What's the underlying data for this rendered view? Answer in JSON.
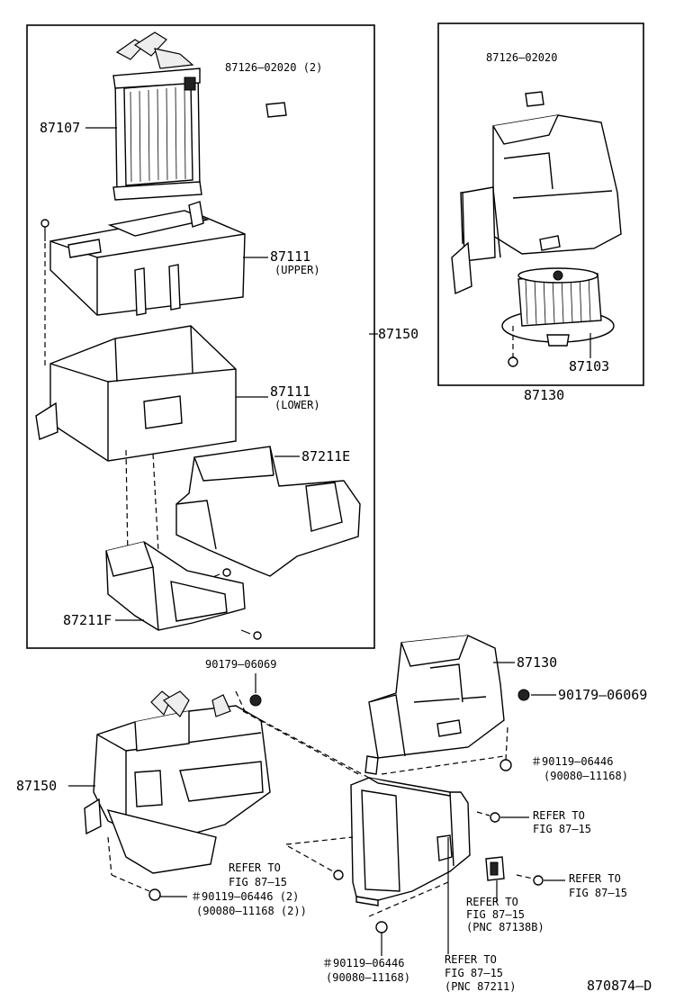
{
  "diagram_code": "870874–D",
  "upper_group": {
    "assembly_number": "87150",
    "parts": {
      "radiator": "87107",
      "clip": "87126–02020 (2)",
      "case_upper_number": "87111",
      "case_upper_note": "(UPPER)",
      "case_lower_number": "87111",
      "case_lower_note": "(LOWER)",
      "duct_e": "87211E",
      "duct_f": "87211F"
    }
  },
  "blower_group": {
    "assembly_number": "87130",
    "parts": {
      "clip": "87126–02020",
      "motor": "87103"
    }
  },
  "lower_group": {
    "assembly_left": "87150",
    "assembly_right": "87130",
    "screw_left_top": "90179–06069",
    "screw_right_top": "90179–06069",
    "bolt_right_line1": "＃90119–06446",
    "bolt_right_line2": "(90080–11168)",
    "bolt_left_line1": "＃90119–06446 (2)",
    "bolt_left_line2": "(90080–11168 (2))",
    "bolt_bottom_line1": "＃90119–06446",
    "bolt_bottom_line2": "(90080–11168)",
    "refer_right_line1": "REFER TO",
    "refer_right_line2": "FIG 87–15",
    "refer_left_line1": "REFER TO",
    "refer_left_line2": "FIG 87–15",
    "refer_far_right_line1": "REFER TO",
    "refer_far_right_line2": "FIG 87–15",
    "refer_mid_line1": "REFER TO",
    "refer_mid_line2": "FIG 87–15",
    "refer_mid_line3": "(PNC 87138B)",
    "refer_bottom_line1": "REFER TO",
    "refer_bottom_line2": "FIG 87–15",
    "refer_bottom_line3": "(PNC 87211)"
  }
}
